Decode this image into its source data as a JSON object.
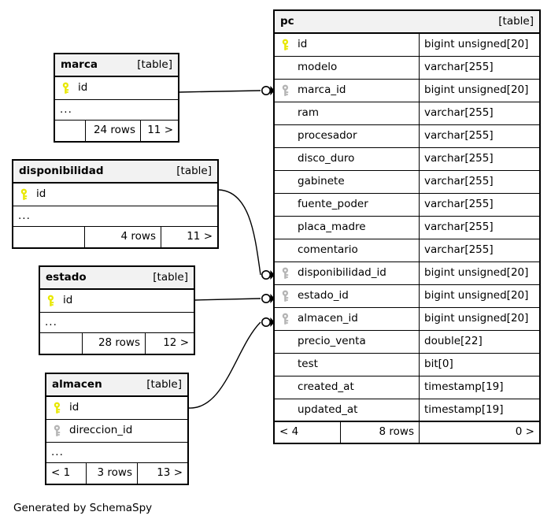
{
  "diagram": {
    "caption": "Generated by SchemaSpy",
    "table_tag": "[table]",
    "ellipsis": "...",
    "colors": {
      "primary_key": "#e8e800",
      "foreign_key": "#b4b4b4",
      "header_bg": "#f2f2f2",
      "border": "#000000",
      "background": "#ffffff"
    }
  },
  "tables": {
    "pc": {
      "name": "pc",
      "tag": "[table]",
      "columns": [
        {
          "key": "primary",
          "name": "id",
          "type": "bigint unsigned[20]"
        },
        {
          "key": "none",
          "name": "modelo",
          "type": "varchar[255]"
        },
        {
          "key": "foreign",
          "name": "marca_id",
          "type": "bigint unsigned[20]"
        },
        {
          "key": "none",
          "name": "ram",
          "type": "varchar[255]"
        },
        {
          "key": "none",
          "name": "procesador",
          "type": "varchar[255]"
        },
        {
          "key": "none",
          "name": "disco_duro",
          "type": "varchar[255]"
        },
        {
          "key": "none",
          "name": "gabinete",
          "type": "varchar[255]"
        },
        {
          "key": "none",
          "name": "fuente_poder",
          "type": "varchar[255]"
        },
        {
          "key": "none",
          "name": "placa_madre",
          "type": "varchar[255]"
        },
        {
          "key": "none",
          "name": "comentario",
          "type": "varchar[255]"
        },
        {
          "key": "foreign",
          "name": "disponibilidad_id",
          "type": "bigint unsigned[20]"
        },
        {
          "key": "foreign",
          "name": "estado_id",
          "type": "bigint unsigned[20]"
        },
        {
          "key": "foreign",
          "name": "almacen_id",
          "type": "bigint unsigned[20]"
        },
        {
          "key": "none",
          "name": "precio_venta",
          "type": "double[22]"
        },
        {
          "key": "none",
          "name": "test",
          "type": "bit[0]"
        },
        {
          "key": "none",
          "name": "created_at",
          "type": "timestamp[19]"
        },
        {
          "key": "none",
          "name": "updated_at",
          "type": "timestamp[19]"
        }
      ],
      "footer": {
        "left": "< 4",
        "rows": "8 rows",
        "right": "0 >"
      }
    },
    "marca": {
      "name": "marca",
      "tag": "[table]",
      "columns": [
        {
          "key": "primary",
          "name": "id",
          "type": ""
        }
      ],
      "ellipsis": "...",
      "footer": {
        "left": "",
        "rows": "24 rows",
        "right": "11 >"
      }
    },
    "disponibilidad": {
      "name": "disponibilidad",
      "tag": "[table]",
      "columns": [
        {
          "key": "primary",
          "name": "id",
          "type": ""
        }
      ],
      "ellipsis": "...",
      "footer": {
        "left": "",
        "rows": "4 rows",
        "right": "11 >"
      }
    },
    "estado": {
      "name": "estado",
      "tag": "[table]",
      "columns": [
        {
          "key": "primary",
          "name": "id",
          "type": ""
        }
      ],
      "ellipsis": "...",
      "footer": {
        "left": "",
        "rows": "28 rows",
        "right": "12 >"
      }
    },
    "almacen": {
      "name": "almacen",
      "tag": "[table]",
      "columns": [
        {
          "key": "primary",
          "name": "id",
          "type": ""
        },
        {
          "key": "foreign",
          "name": "direccion_id",
          "type": ""
        }
      ],
      "ellipsis": "...",
      "footer": {
        "left": "< 1",
        "rows": "3 rows",
        "right": "13 >"
      }
    }
  },
  "relationships": [
    {
      "from": "marca.id",
      "to": "pc.marca_id"
    },
    {
      "from": "disponibilidad.id",
      "to": "pc.disponibilidad_id"
    },
    {
      "from": "estado.id",
      "to": "pc.estado_id"
    },
    {
      "from": "almacen.id",
      "to": "pc.almacen_id"
    }
  ]
}
